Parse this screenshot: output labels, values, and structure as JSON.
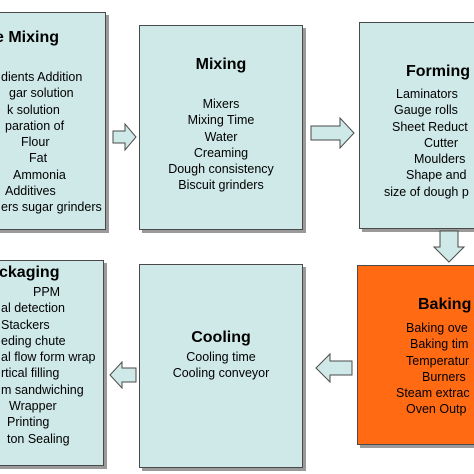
{
  "stages": {
    "pre_mixing": {
      "title": "e Mixing",
      "items": [
        "dients Addition",
        "gar solution",
        "k solution",
        "paration of",
        "Flour",
        "Fat",
        "Ammonia",
        "Additives",
        "ers sugar grinders"
      ]
    },
    "mixing": {
      "title": "Mixing",
      "items": [
        "Mixers",
        "Mixing Time",
        "Water",
        "Creaming",
        "Dough consistency",
        "Biscuit grinders"
      ]
    },
    "forming": {
      "title": "Forming",
      "items": [
        "Laminators",
        "Gauge rolls",
        "Sheet Reduct",
        "Cutter",
        "Moulders",
        "Shape and",
        "size of dough p"
      ]
    },
    "packaging": {
      "title": "ckaging",
      "items": [
        "PPM",
        "al detection",
        "Stackers",
        "eding chute",
        "al flow form wrap",
        "rtical filling",
        "m sandwiching",
        "Wrapper",
        "Printing",
        "ton Sealing"
      ]
    },
    "cooling": {
      "title": "Cooling",
      "items": [
        "Cooling time",
        "Cooling conveyor"
      ]
    },
    "baking": {
      "title": "Baking",
      "items": [
        "Baking ove",
        "Baking tim",
        "Temperatur",
        "Burners",
        "Steam extrac",
        "Oven Outp"
      ]
    }
  },
  "colors": {
    "box_fill": "#cfe8e8",
    "baking_fill": "#ff6a13",
    "arrow_fill": "#cfe8e8",
    "border": "#4a4a4a"
  },
  "icons": [
    "arrow-right-icon",
    "arrow-down-icon",
    "arrow-left-icon"
  ]
}
